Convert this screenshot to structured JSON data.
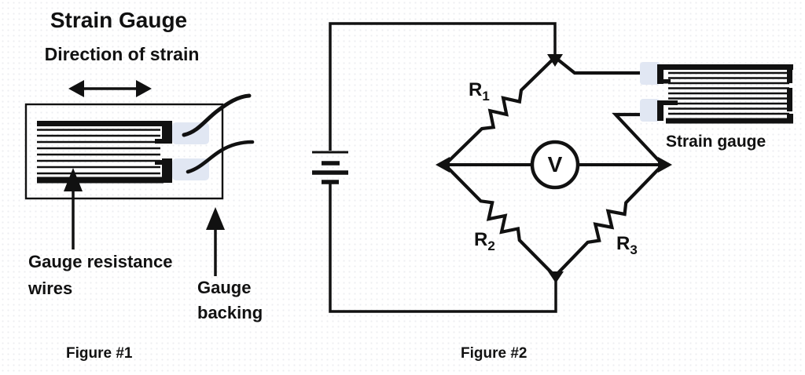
{
  "colors": {
    "ink": "#111111",
    "pad": "#e1e7f3",
    "background": "#ffffff"
  },
  "figure1": {
    "title": "Strain Gauge",
    "direction_label": "Direction of strain",
    "wires_label_line1": "Gauge resistance",
    "wires_label_line2": "wires",
    "backing_label_line1": "Gauge",
    "backing_label_line2": "backing",
    "caption": "Figure #1"
  },
  "figure2": {
    "caption": "Figure #2",
    "voltmeter_label": "V",
    "resistor1": {
      "base": "R",
      "sub": "1"
    },
    "resistor2": {
      "base": "R",
      "sub": "2"
    },
    "resistor3": {
      "base": "R",
      "sub": "3"
    },
    "strain_gauge_label": "Strain gauge"
  }
}
